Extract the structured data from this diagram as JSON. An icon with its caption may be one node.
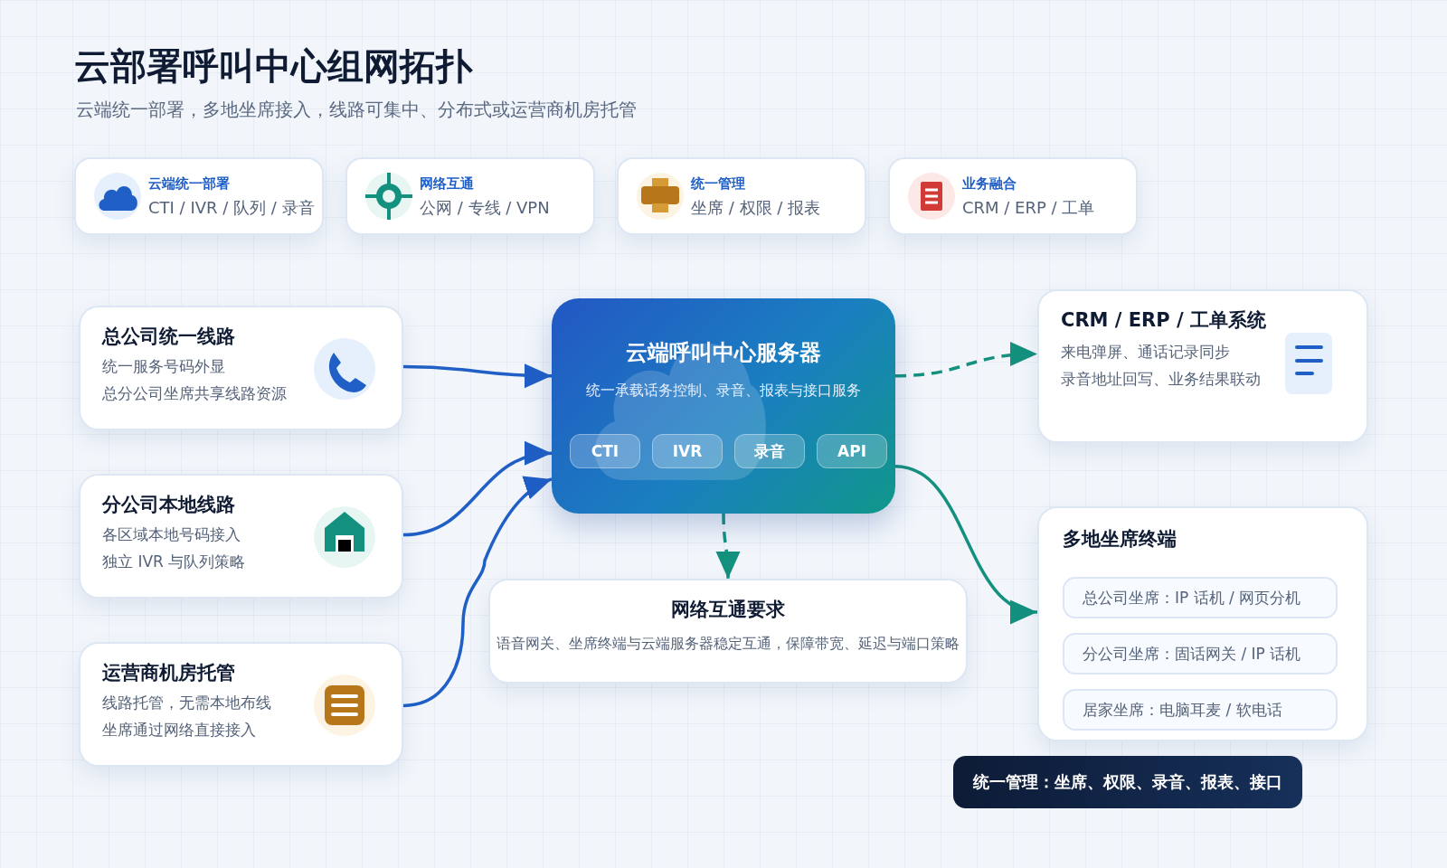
{
  "diagram": {
    "title": "云部署呼叫中心组网拓扑",
    "caption": "云端统一部署，多地坐席接入，线路可集中、分布式或运营商机房托管",
    "nodes": [
      {
        "text": [
          "云端统一部署",
          "CTI / IVR / 队列 / 录音"
        ]
      },
      {
        "text": [
          "网络互通",
          "公网 / 专线 / VPN"
        ]
      },
      {
        "text": [
          "统一管理",
          "坐席 / 权限 / 报表"
        ]
      },
      {
        "text": [
          "业务融合",
          "CRM / ERP / 工单"
        ]
      },
      {
        "text": [
          "总公司统一线路",
          "统一服务号码外显",
          "总分公司坐席共享线路资源"
        ]
      },
      {
        "text": [
          "分公司本地线路",
          "各区域本地号码接入",
          "独立 IVR 与队列策略"
        ]
      },
      {
        "text": [
          "运营商机房托管",
          "线路托管，无需本地布线",
          "坐席通过网络直接接入"
        ]
      },
      {
        "text": [
          "云端呼叫中心服务器",
          "统一承载话务控制、录音、报表与接口服务"
        ]
      },
      {
        "text": [
          "CTI"
        ],
        "in": 7
      },
      {
        "text": [
          "IVR"
        ],
        "in": 7
      },
      {
        "text": [
          "录音"
        ],
        "in": 7
      },
      {
        "text": [
          "API"
        ],
        "in": 7
      },
      {
        "text": [
          "网络互通要求",
          "语音网关、坐席终端与云端服务器稳定互通，保障带宽、延迟与端口策略"
        ]
      },
      {
        "text": [
          "CRM / ERP / 工单系统",
          "来电弹屏、通话记录同步",
          "录音地址回写、业务结果联动"
        ]
      },
      {
        "text": [
          "多地坐席终端"
        ]
      },
      {
        "text": [
          "总公司坐席：IP 话机 / 网页分机"
        ],
        "in": 14
      },
      {
        "text": [
          "分公司坐席：固话网关 / IP 话机"
        ],
        "in": 14
      },
      {
        "text": [
          "居家坐席：电脑耳麦 / 软电话"
        ],
        "in": 14
      },
      {
        "text": [
          "统一管理：坐席、权限、录音、报表、接口"
        ]
      }
    ],
    "edges": [
      {
        "from": 4,
        "to": 7,
        "arrow": "to"
      },
      {
        "from": 5,
        "to": 7,
        "arrow": "to"
      },
      {
        "from": 6,
        "to": 7,
        "arrow": "to"
      },
      {
        "from": 7,
        "to": 13,
        "arrow": "to",
        "style": "dashed",
        "color": "#14907f"
      },
      {
        "from": 7,
        "to": 12,
        "arrow": "to",
        "style": "dashed",
        "color": "#14907f"
      },
      {
        "from": 7,
        "to": 14,
        "arrow": "to",
        "color": "#14907f"
      }
    ]
  }
}
